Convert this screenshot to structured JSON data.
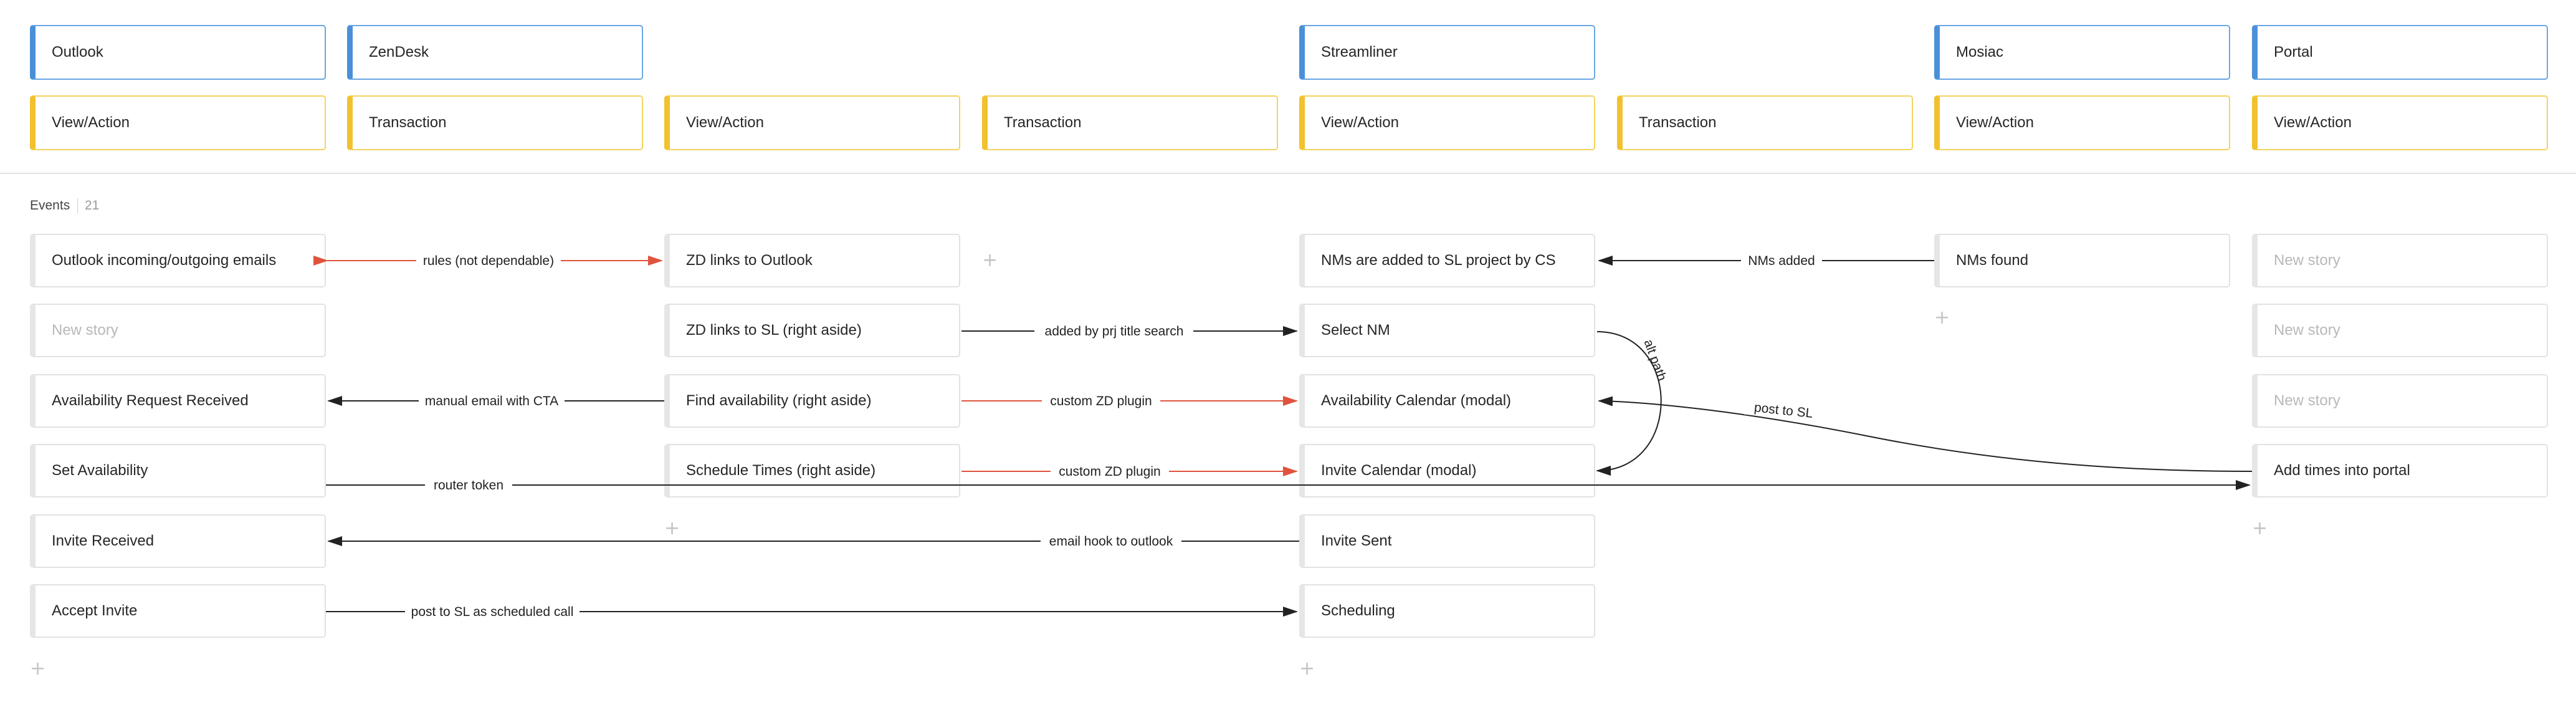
{
  "systems": [
    "Outlook",
    "ZenDesk",
    "Streamliner",
    "Mosiac",
    "Portal"
  ],
  "actions": [
    "View/Action",
    "Transaction",
    "View/Action",
    "Transaction",
    "View/Action",
    "Transaction",
    "View/Action",
    "View/Action"
  ],
  "events": {
    "title": "Events",
    "count": "21"
  },
  "stories": {
    "outlook_incoming": "Outlook incoming/outgoing emails",
    "zd_links_outlook": "ZD links to Outlook",
    "nms_added_sl": "NMs are added to SL project by CS",
    "nms_found": "NMs found",
    "new_story": "New story",
    "zd_links_sl": "ZD links to SL (right aside)",
    "select_nm": "Select NM",
    "avail_request": "Availability Request Received",
    "find_avail": "Find availability (right aside)",
    "avail_calendar": "Availability Calendar (modal)",
    "set_avail": "Set Availability",
    "schedule_times": "Schedule Times (right aside)",
    "invite_calendar": "Invite Calendar (modal)",
    "add_times_portal": "Add times into portal",
    "invite_received": "Invite Received",
    "invite_sent": "Invite Sent",
    "accept_invite": "Accept Invite",
    "scheduling": "Scheduling"
  },
  "links": {
    "rules": "rules (not dependable)",
    "nms_added": "NMs added",
    "added_by_prj": "added by prj title search",
    "alt_path": "alt path",
    "manual_email": "manual email with CTA",
    "custom_zd_1": "custom ZD plugin",
    "post_to_sl": "post to SL",
    "custom_zd_2": "custom ZD plugin",
    "router_token": "router token",
    "email_hook": "email hook to outlook",
    "post_sl_scheduled": "post to SL as scheduled call"
  },
  "colors": {
    "system": "#4a90d9",
    "action": "#f2c12e",
    "link_red": "#e0533d",
    "link_black": "#222222"
  }
}
